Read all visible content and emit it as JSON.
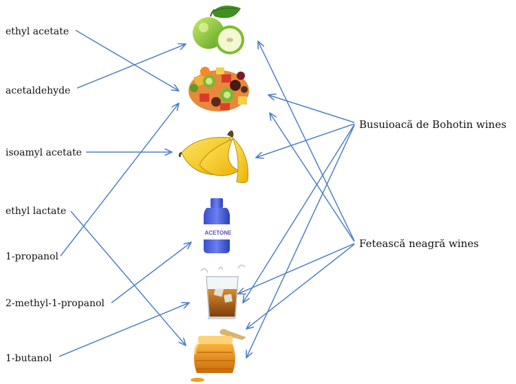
{
  "compounds": [
    {
      "id": "ethyl-acetate",
      "label": "ethyl acetate"
    },
    {
      "id": "acetaldehyde",
      "label": "acetaldehyde"
    },
    {
      "id": "isoamyl-acetate",
      "label": "isoamyl acetate"
    },
    {
      "id": "ethyl-lactate",
      "label": "ethyl lactate"
    },
    {
      "id": "1-propanol",
      "label": "1-propanol"
    },
    {
      "id": "2-methyl-1-propanol",
      "label": "2-methyl-1-propanol"
    },
    {
      "id": "1-butanol",
      "label": "1-butanol"
    }
  ],
  "aromas": [
    {
      "id": "green-apple",
      "icon": "green-apple-icon"
    },
    {
      "id": "fruit-salad",
      "icon": "fruit-salad-icon"
    },
    {
      "id": "banana",
      "icon": "banana-icon"
    },
    {
      "id": "acetone",
      "icon": "acetone-bottle-icon",
      "bottle_label": "ACETONE"
    },
    {
      "id": "whisky",
      "icon": "whisky-glass-icon"
    },
    {
      "id": "honey",
      "icon": "honey-jar-icon"
    }
  ],
  "wines": [
    {
      "id": "busuioaca",
      "label": "Busuioacă de Bohotin wines"
    },
    {
      "id": "feteasca",
      "label": "Fetească neagră wines"
    }
  ],
  "links": [
    {
      "from": "ethyl-acetate",
      "to": "fruit-salad"
    },
    {
      "from": "acetaldehyde",
      "to": "green-apple"
    },
    {
      "from": "isoamyl-acetate",
      "to": "banana"
    },
    {
      "from": "ethyl-lactate",
      "to": "honey"
    },
    {
      "from": "1-propanol",
      "to": "fruit-salad"
    },
    {
      "from": "2-methyl-1-propanol",
      "to": "acetone"
    },
    {
      "from": "1-butanol",
      "to": "whisky"
    },
    {
      "from": "busuioaca",
      "to": "fruit-salad"
    },
    {
      "from": "busuioaca",
      "to": "banana"
    },
    {
      "from": "busuioaca",
      "to": "whisky"
    },
    {
      "from": "busuioaca",
      "to": "honey"
    },
    {
      "from": "feteasca",
      "to": "green-apple"
    },
    {
      "from": "feteasca",
      "to": "fruit-salad"
    },
    {
      "from": "feteasca",
      "to": "whisky"
    },
    {
      "from": "feteasca",
      "to": "honey"
    }
  ],
  "colors": {
    "arrow": "#4f7fc4",
    "text": "#111111",
    "acetone_label": "#5a50b8"
  }
}
